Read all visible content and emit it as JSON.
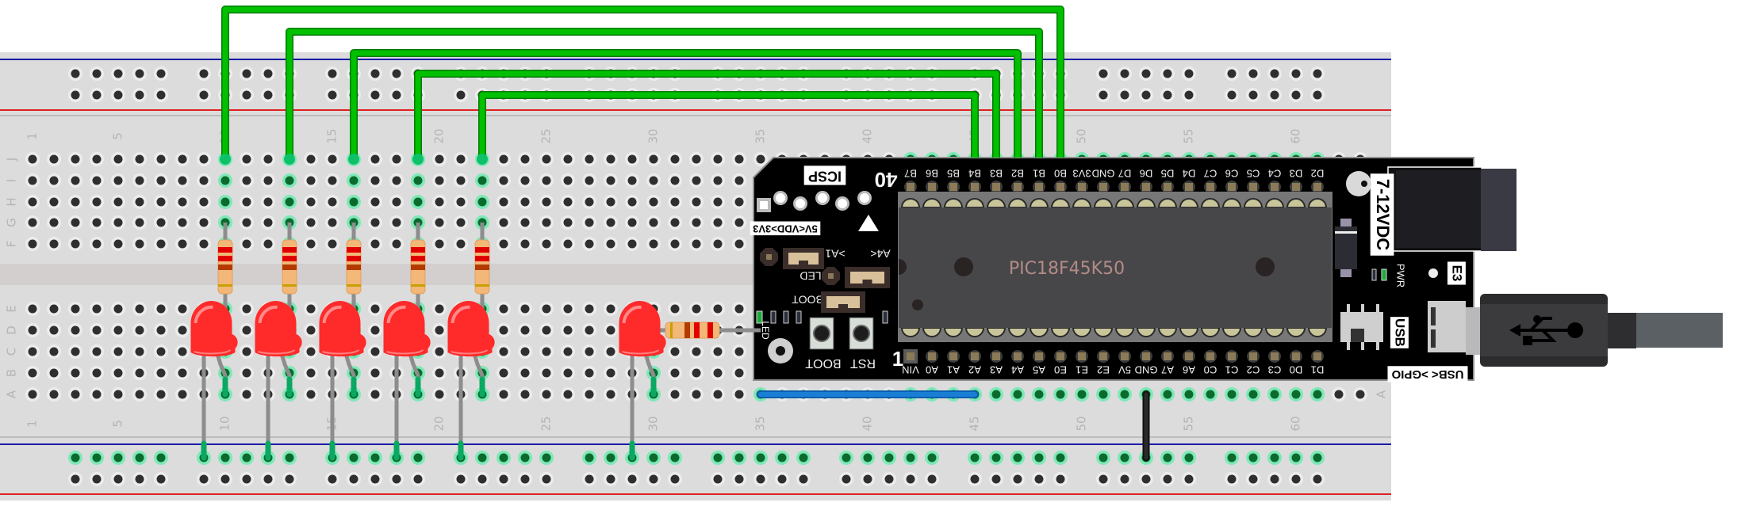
{
  "breadboard": {
    "columns": 63,
    "column_number_labels": [
      "1",
      "5",
      "10",
      "15",
      "20",
      "25",
      "30",
      "35",
      "40",
      "45",
      "50",
      "55",
      "60"
    ],
    "top_rows": [
      "J",
      "I",
      "H",
      "G",
      "F"
    ],
    "bottom_rows": [
      "E",
      "D",
      "C",
      "B",
      "A"
    ],
    "colors": {
      "board": "#dcdcdc",
      "channel": "#d3cfcf",
      "rail_pos": "#e02020",
      "rail_neg": "#1a1aa8",
      "hole": "#2f2f2f",
      "hole_active": "#0ec168",
      "label": "#b5b5b5"
    }
  },
  "board": {
    "name": "PIC18F45K50 development board",
    "chip_label": "PIC18F45K50",
    "top_pins": [
      "B7",
      "B6",
      "B5",
      "B4",
      "B3",
      "B2",
      "B1",
      "B0",
      "3V3",
      "GND",
      "D7",
      "D6",
      "D5",
      "D4",
      "C7",
      "C6",
      "C5",
      "C4",
      "D3",
      "D2"
    ],
    "bottom_pins": [
      "VIN",
      "A0",
      "A1",
      "A2",
      "A3",
      "A4",
      "A5",
      "E0",
      "E1",
      "E2",
      "5V",
      "GND",
      "A7",
      "A6",
      "C0",
      "C1",
      "C2",
      "C3",
      "D0",
      "D1"
    ],
    "top_pins_start_column": 42,
    "silkscreen": {
      "icsp": "ICSP",
      "pin_count": "40",
      "pin_one": "1",
      "vdd_select": "5V<VDD>3V3",
      "a1": ">A1",
      "a4": "A4<",
      "led_jumper": "LED",
      "boot_jumper": "BOOT",
      "led_indicator": "LED",
      "boot_button": "BOOT",
      "reset_button": "RST",
      "power_input": "7-12VDC",
      "power_led": "PWR",
      "revision": "E3",
      "usb_switch": "USB",
      "usb_gpio": "USB< >GPIO"
    },
    "colors": {
      "pcb": "#000000",
      "chip": "#47474a",
      "chip_text": "#b38b86",
      "pad": "#8a7a58",
      "socket_pin": "#c9c59a"
    }
  },
  "wires": [
    {
      "name": "wire-b0",
      "color": "#00c000",
      "from_col": 10,
      "to_col": 49,
      "level": 0,
      "pin": "B0"
    },
    {
      "name": "wire-b1",
      "color": "#00c000",
      "from_col": 13,
      "to_col": 48,
      "level": 1,
      "pin": "B1"
    },
    {
      "name": "wire-b2",
      "color": "#00c000",
      "from_col": 16,
      "to_col": 47,
      "level": 2,
      "pin": "B2"
    },
    {
      "name": "wire-b3",
      "color": "#00c000",
      "from_col": 19,
      "to_col": 46,
      "level": 3,
      "pin": "B3"
    },
    {
      "name": "wire-b4",
      "color": "#00c000",
      "from_col": 22,
      "to_col": 45,
      "level": 4,
      "pin": "B4"
    }
  ],
  "jumpers": [
    {
      "name": "jumper-blue-a2",
      "color": "#1a7fd4",
      "from_col": 35,
      "to_col": 45,
      "row": "A"
    },
    {
      "name": "jumper-black-gnd",
      "color": "#2b2b2b",
      "col": 53,
      "row": "A",
      "to": "ground-rail"
    }
  ],
  "leds": [
    {
      "name": "led-1",
      "color": "red",
      "anode_col": 10,
      "cathode_col": 9
    },
    {
      "name": "led-2",
      "color": "red",
      "anode_col": 13,
      "cathode_col": 12
    },
    {
      "name": "led-3",
      "color": "red",
      "anode_col": 16,
      "cathode_col": 15
    },
    {
      "name": "led-4",
      "color": "red",
      "anode_col": 19,
      "cathode_col": 18
    },
    {
      "name": "led-5",
      "color": "red",
      "anode_col": 22,
      "cathode_col": 21
    },
    {
      "name": "led-6",
      "color": "red",
      "anode_col": 30,
      "cathode_col": 29
    }
  ],
  "resistors": [
    {
      "name": "resistor-1",
      "col": 10,
      "orientation": "vertical",
      "bands": [
        "#e00000",
        "#e00000",
        "#b33a00",
        "#c8a000"
      ]
    },
    {
      "name": "resistor-2",
      "col": 13,
      "orientation": "vertical",
      "bands": [
        "#e00000",
        "#e00000",
        "#b33a00",
        "#c8a000"
      ]
    },
    {
      "name": "resistor-3",
      "col": 16,
      "orientation": "vertical",
      "bands": [
        "#e00000",
        "#e00000",
        "#b33a00",
        "#c8a000"
      ]
    },
    {
      "name": "resistor-4",
      "col": 19,
      "orientation": "vertical",
      "bands": [
        "#e00000",
        "#e00000",
        "#b33a00",
        "#c8a000"
      ]
    },
    {
      "name": "resistor-5",
      "col": 22,
      "orientation": "vertical",
      "bands": [
        "#e00000",
        "#e00000",
        "#b33a00",
        "#c8a000"
      ]
    },
    {
      "name": "resistor-6",
      "from_col": 30,
      "to_col": 35,
      "orientation": "horizontal",
      "row": "D",
      "bands": [
        "#c8a000",
        "#b33a00",
        "#e00000",
        "#e00000"
      ]
    }
  ],
  "usb_cable": {
    "connector": "micro-USB",
    "icon": "usb-icon"
  },
  "dc_jack": {
    "icon": "dc-barrel-jack"
  }
}
